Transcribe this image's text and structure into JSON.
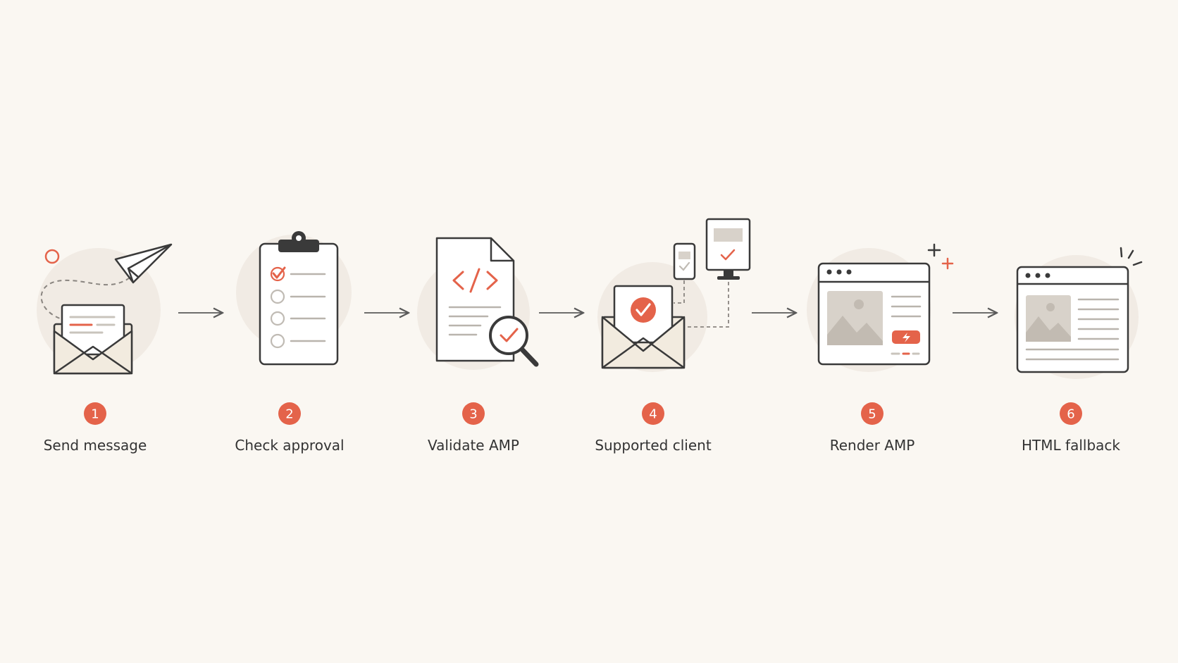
{
  "colors": {
    "background": "#faf7f2",
    "accent": "#e4634a",
    "stroke": "#3a3a3a",
    "halo": "#f1ebe4",
    "muted": "#d8d2ca",
    "paper": "#ffffff",
    "envelope": "#f2ebdf",
    "line_gray": "#b9b4ad"
  },
  "steps": [
    {
      "number": "1",
      "label": "Send message",
      "icon": "envelope-with-paper-plane-icon"
    },
    {
      "number": "2",
      "label": "Check approval",
      "icon": "clipboard-checklist-icon"
    },
    {
      "number": "3",
      "label": "Validate AMP",
      "icon": "code-document-magnifier-icon"
    },
    {
      "number": "4",
      "label": "Supported client",
      "icon": "envelope-devices-icon"
    },
    {
      "number": "5",
      "label": "Render AMP",
      "icon": "amp-browser-window-icon"
    },
    {
      "number": "6",
      "label": "HTML fallback",
      "icon": "html-browser-window-icon"
    }
  ]
}
